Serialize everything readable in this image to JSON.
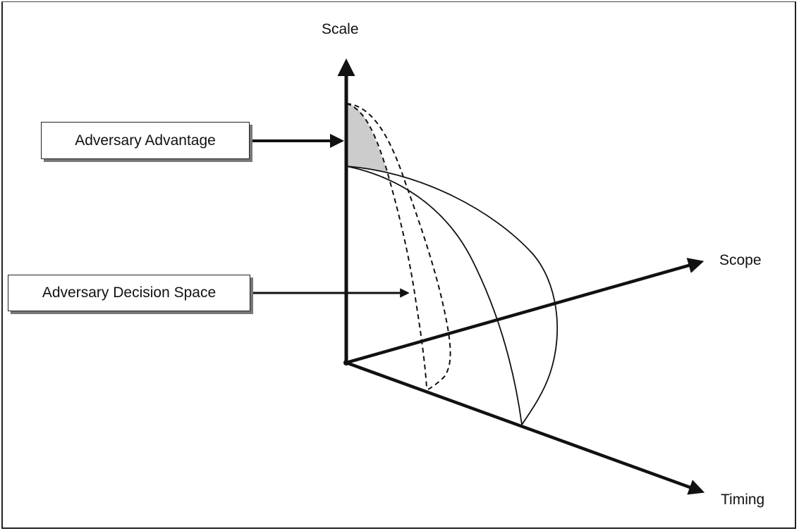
{
  "diagram": {
    "axes": {
      "vertical": "Scale",
      "right": "Scope",
      "lower_right": "Timing"
    },
    "callouts": [
      {
        "label": "Adversary Advantage",
        "points_to": "shaded-region"
      },
      {
        "label": "Adversary Decision Space",
        "points_to": "dashed-envelope"
      }
    ],
    "colors": {
      "line": "#111111",
      "shaded_region": "#cccccc",
      "background": "#ffffff"
    }
  }
}
